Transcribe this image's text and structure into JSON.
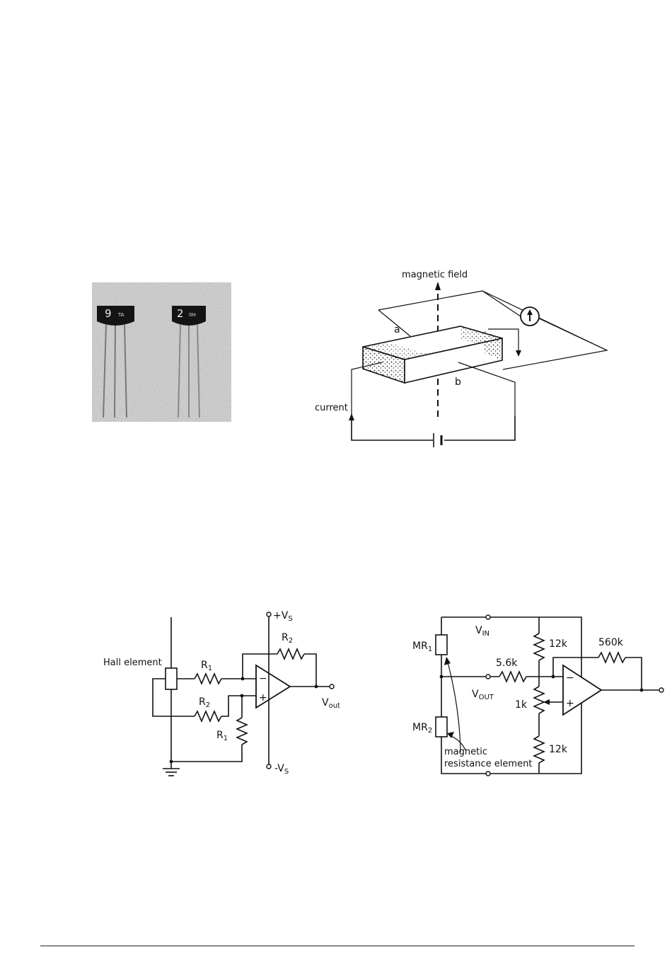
{
  "figure_photo": {
    "chip_left_marking": "9",
    "chip_left_suffix": "TA",
    "chip_right_marking": "2",
    "chip_right_suffix": "0H"
  },
  "figure_hall_effect": {
    "field_label": "magnetic field",
    "current_label": "current",
    "point_a": "a",
    "point_b": "b"
  },
  "figure_hall_amp": {
    "hall_element_label": "Hall element",
    "r1_top": "R",
    "r1_top_sub": "1",
    "r2_left": "R",
    "r2_left_sub": "2",
    "r1_low": "R",
    "r1_low_sub": "1",
    "r2_feedback": "R",
    "r2_feedback_sub": "2",
    "vs_pos": "+V",
    "vs_pos_sub": "S",
    "vs_neg": "-V",
    "vs_neg_sub": "S",
    "vout": "V",
    "vout_sub": "out",
    "minus": "−",
    "plus": "+"
  },
  "figure_mr_bridge": {
    "mr1": "MR",
    "mr1_sub": "1",
    "mr2": "MR",
    "mr2_sub": "2",
    "vin": "V",
    "vin_sub": "IN",
    "vout": "V",
    "vout_sub": "OUT",
    "r_series": "5.6k",
    "r_top": "12k",
    "r_pot": "1k",
    "r_bottom": "12k",
    "r_feedback": "560k",
    "element_label_line1": "magnetic",
    "element_label_line2": "resistance element",
    "minus": "−",
    "plus": "+"
  }
}
